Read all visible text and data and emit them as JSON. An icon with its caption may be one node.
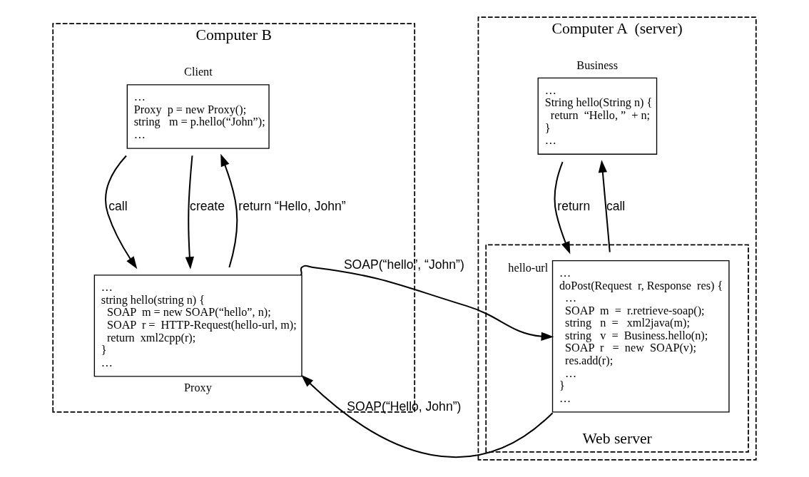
{
  "diagram": {
    "nodes": [
      {
        "text": [
          "Computer B"
        ]
      },
      {
        "text": [
          "Client",
          "…",
          "Proxy  p = new Proxy();",
          "string   m = p.hello(“John”);",
          "…"
        ],
        "in": 0
      },
      {
        "text": [
          "…",
          "string hello(string n) {",
          "SOAP  m = new SOAP(“hello”, n);",
          "SOAP  r =  HTTP-Request(hello-url, m);",
          "return  xml2cpp(r);",
          "}",
          "…",
          "Proxy"
        ],
        "in": 0
      },
      {
        "text": [
          "Computer A  (server)"
        ]
      },
      {
        "text": [
          "Business",
          "…",
          "String hello(String n) {",
          "return  “Hello, ”  + n;",
          "}",
          "…"
        ],
        "in": 3
      },
      {
        "text": [
          "Web server"
        ],
        "in": 3
      },
      {
        "text": [
          "…",
          "doPost(Request  r, Response  res) {",
          "…",
          "SOAP  m  =  r.retrieve-soap();",
          "string   n  =   xml2java(m);",
          "string   v  =  Business.hello(n);",
          "SOAP  r   =  new  SOAP(v);",
          "res.add(r);",
          "…",
          "}",
          "…"
        ],
        "in": 5,
        "beside": [
          "hello-url"
        ]
      }
    ],
    "edges": [
      {
        "from": 1,
        "to": 2,
        "arrow": "to",
        "label": "call"
      },
      {
        "from": 1,
        "to": 2,
        "arrow": "to",
        "label": "create"
      },
      {
        "from": 2,
        "to": 1,
        "arrow": "to",
        "label": "return “Hello, John”"
      },
      {
        "from": 2,
        "to": 6,
        "arrow": "to",
        "label": "SOAP(“hello”, “John”)"
      },
      {
        "from": 6,
        "to": 2,
        "arrow": "to",
        "label": "SOAP(“Hello, John”)"
      },
      {
        "from": 6,
        "to": 4,
        "arrow": "to",
        "label": "call"
      },
      {
        "from": 4,
        "to": 6,
        "arrow": "to",
        "label": "return"
      }
    ]
  }
}
